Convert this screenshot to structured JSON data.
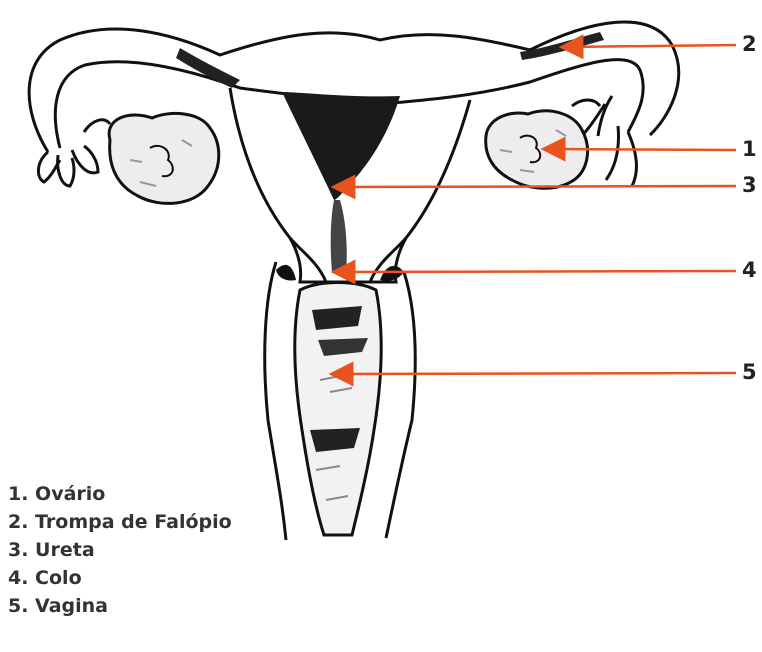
{
  "diagram": {
    "callouts": [
      {
        "number": "1",
        "target": "ovary"
      },
      {
        "number": "2",
        "target": "fallopian-tube"
      },
      {
        "number": "3",
        "target": "uterus-canal"
      },
      {
        "number": "4",
        "target": "cervix"
      },
      {
        "number": "5",
        "target": "vagina"
      }
    ],
    "arrow_color": "#E8531E",
    "outline_color": "#111111",
    "tissue_color": "#D8D8D8"
  },
  "legend": {
    "items": [
      "1. Ovário",
      "2. Trompa de Falópio",
      "3. Ureta",
      "4. Colo",
      "5. Vagina"
    ]
  }
}
